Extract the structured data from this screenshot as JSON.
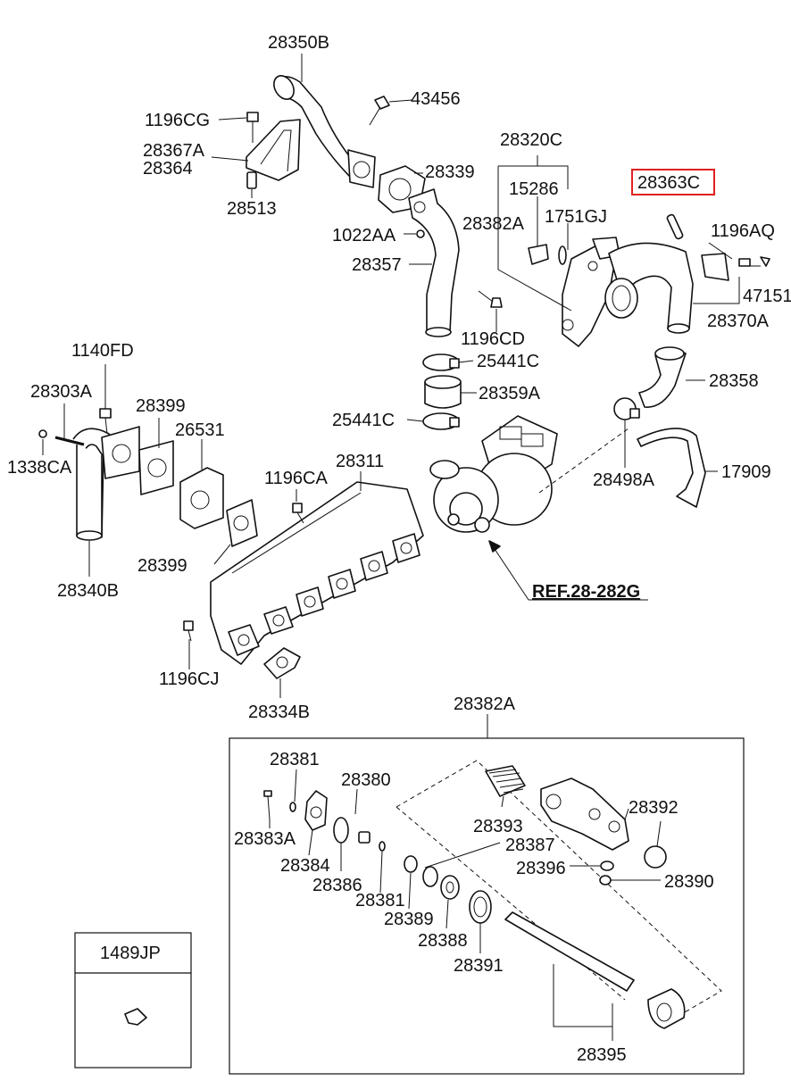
{
  "labels": {
    "p28350B": "28350B",
    "p43456": "43456",
    "p1196CG": "1196CG",
    "p28367A": "28367A",
    "p28364": "28364",
    "p28513": "28513",
    "p28339": "28339",
    "p1022AA": "1022AA",
    "p28357": "28357",
    "p1196CD": "1196CD",
    "p28320C": "28320C",
    "p15286": "15286",
    "p1751GJ": "1751GJ",
    "p28382A_top": "28382A",
    "p28363C": "28363C",
    "p1196AQ": "1196AQ",
    "p47151": "47151",
    "p28370A": "28370A",
    "p25441C_a": "25441C",
    "p28359A": "28359A",
    "p25441C_b": "25441C",
    "p28358": "28358",
    "p28498A": "28498A",
    "p17909": "17909",
    "p1140FD": "1140FD",
    "p28303A": "28303A",
    "p1338CA": "1338CA",
    "p28399_a": "28399",
    "p26531": "26531",
    "p1196CA": "1196CA",
    "p28311": "28311",
    "p28399_b": "28399",
    "p28340B": "28340B",
    "ref": "REF.28-282G",
    "p1196CJ": "1196CJ",
    "p28334B": "28334B",
    "p28382A_box": "28382A",
    "p28381_a": "28381",
    "p28380": "28380",
    "p28383A": "28383A",
    "p28384": "28384",
    "p28386": "28386",
    "p28393": "28393",
    "p28387": "28387",
    "p28392": "28392",
    "p28396": "28396",
    "p28390": "28390",
    "p28381_b": "28381",
    "p28389": "28389",
    "p28388": "28388",
    "p28391": "28391",
    "p28395": "28395",
    "p1489JP": "1489JP"
  },
  "highlight": {
    "target": "28363C",
    "color": "#e02020"
  }
}
